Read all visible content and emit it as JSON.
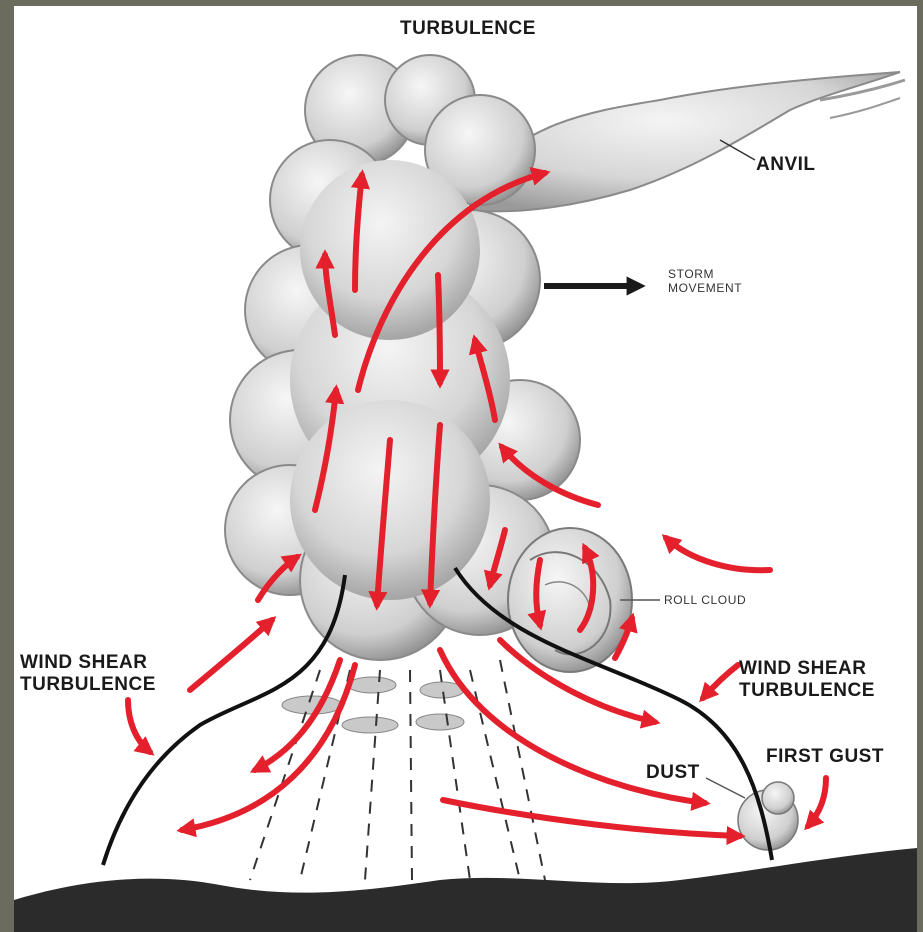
{
  "labels": {
    "title": "TURBULENCE",
    "anvil": "ANVIL",
    "storm_movement_line1": "STORM",
    "storm_movement_line2": "MOVEMENT",
    "roll_cloud": "ROLL CLOUD",
    "wind_shear_left_line1": "WIND SHEAR",
    "wind_shear_left_line2": "TURBULENCE",
    "wind_shear_right_line1": "WIND SHEAR",
    "wind_shear_right_line2": "TURBULENCE",
    "dust": "DUST",
    "first_gust": "FIRST GUST"
  },
  "colors": {
    "arrow": "#e3202b",
    "boundary": "#111111",
    "cloud_fill": "#d9d9d9",
    "cloud_shadow": "#8c8c8c",
    "ground": "#2b2b2b",
    "background": "#ffffff",
    "outer_frame": "#6b6b5e"
  }
}
